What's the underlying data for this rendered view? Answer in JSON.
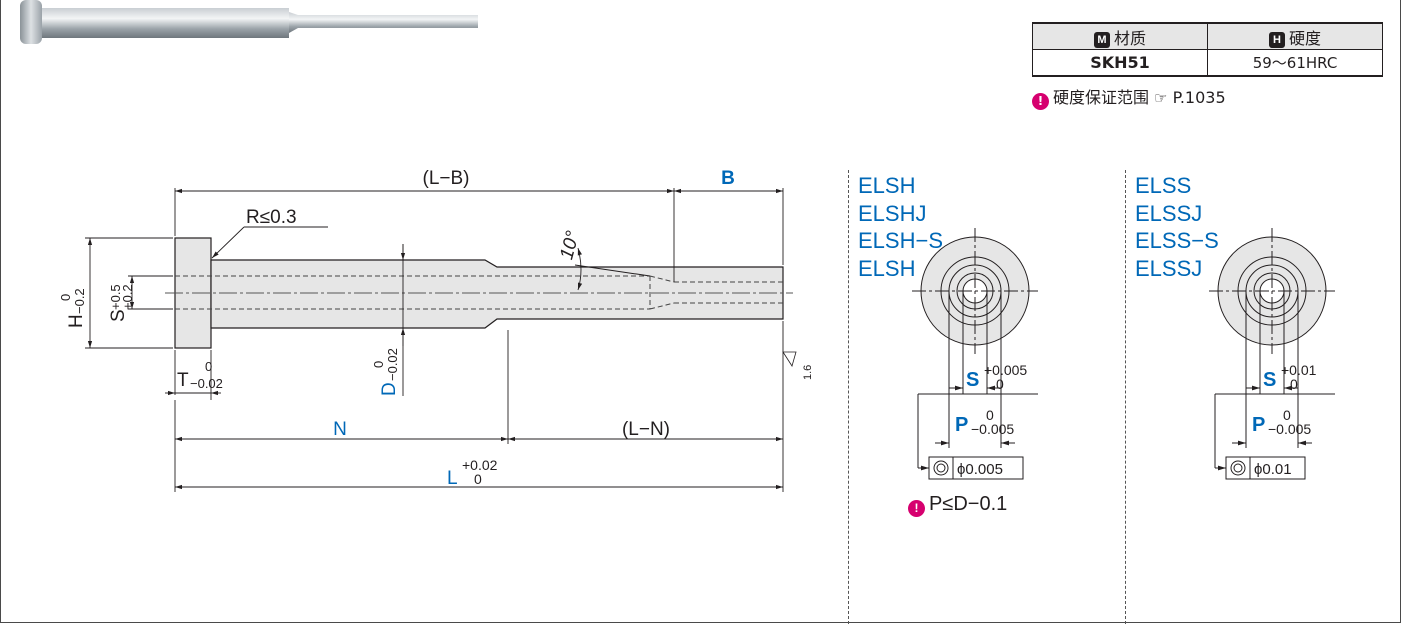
{
  "spec_table": {
    "material_badge": "M",
    "material_header": "材质",
    "hardness_badge": "H",
    "hardness_header": "硬度",
    "material_value": "SKH51",
    "hardness_value": "59～61HRC"
  },
  "hardness_note": {
    "text": "硬度保证范围",
    "page_ref": "P.1035"
  },
  "drawing": {
    "dim_l_minus_b": "(L−B)",
    "dim_b": "B",
    "radius_note": "R≤0.3",
    "angle": "10°",
    "h_label": "H",
    "h_tol_upper": "0",
    "h_tol_lower": "−0.2",
    "s_label": "S",
    "s_tol_upper": "+0.5",
    "s_tol_lower": "+0.2",
    "t_label": "T",
    "t_tol_upper": "0",
    "t_tol_lower": "−0.02",
    "d_label": "D",
    "d_tol_upper": "0",
    "d_tol_lower": "−0.02",
    "dim_n": "N",
    "dim_l_minus_n": "(L−N)",
    "l_label": "L",
    "l_tol_upper": "+0.02",
    "l_tol_lower": "0",
    "roughness": "1.6"
  },
  "left_view": {
    "types": [
      "ELSH",
      "ELSHJ",
      "ELSH−S",
      "ELSH"
    ],
    "s_label": "S",
    "s_tol_upper": "+0.005",
    "s_tol_lower": "0",
    "p_label": "P",
    "p_tol_upper": "0",
    "p_tol_lower": "−0.005",
    "concentricity": "ϕ0.005",
    "p_condition": "P≤D−0.1"
  },
  "right_view": {
    "types": [
      "ELSS",
      "ELSSJ",
      "ELSS−S",
      "ELSSJ"
    ],
    "s_label": "S",
    "s_tol_upper": "+0.01",
    "s_tol_lower": "0",
    "p_label": "P",
    "p_tol_upper": "0",
    "p_tol_lower": "−0.005",
    "concentricity": "ϕ0.01"
  },
  "colors": {
    "accent_blue": "#0068b7",
    "warning_magenta": "#d6006f",
    "line": "#231f20"
  }
}
